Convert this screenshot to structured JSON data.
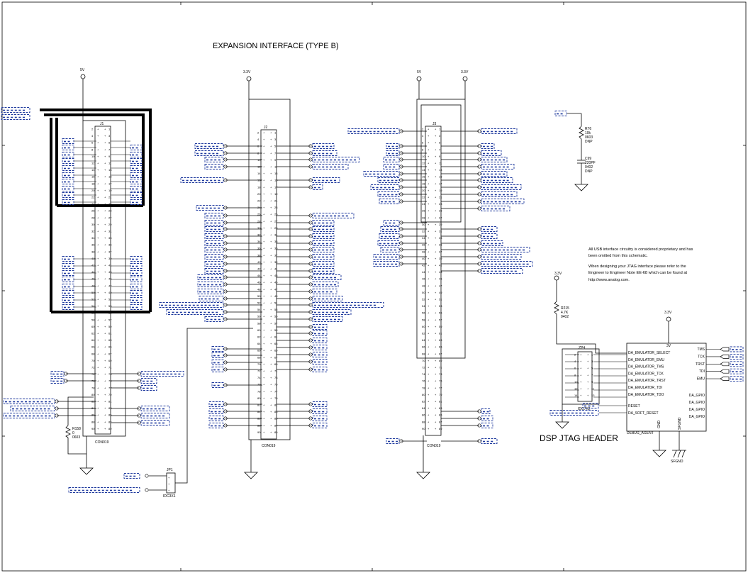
{
  "sheet": {
    "title": "EXPANSION INTERFACE (TYPE B)",
    "jtag_title": "DSP JTAG HEADER",
    "notes": [
      "All USB interface circuitry is considered proprietary and has",
      "been omitted from this schematic.",
      "When designing your JTAG interface please refer to the",
      "Engineer to Engineer Note EE-68 which can be found at",
      "http://www.analog.com."
    ]
  },
  "power": {
    "p1": "5V",
    "p2a": "3.3V",
    "p3a": "5V",
    "p3b": "3.3V",
    "pj": "3.3V",
    "pjr": "3.3V",
    "pjrtop": "3.3V",
    "sfgnd": "SFGND"
  },
  "connectors": {
    "j1": {
      "ref": "J1",
      "part": "CON019"
    },
    "j2": {
      "ref": "J2",
      "part": "CON019"
    },
    "j3": {
      "ref": "J3",
      "part": "CON019"
    },
    "jp1": {
      "ref": "JP1",
      "part": "IDC3X1"
    },
    "zp4": {
      "ref": "ZP4",
      "part": "IDC7X2"
    }
  },
  "parts": {
    "r158": [
      "R158",
      "0",
      "0603"
    ],
    "r76": [
      "R76",
      "10k",
      "0603",
      "DNP"
    ],
    "c99": [
      "C99",
      "220PF",
      "0402",
      "DNP"
    ],
    "r215": [
      "R215",
      "4.7K",
      "0402"
    ]
  },
  "jtag": {
    "chip_ref": "DEBUG_AGENT",
    "power_label": "3V",
    "left_pins": [
      "DA_EMULATOR_SELECT",
      "DA_EMULATOR_EMU",
      "DA_EMULATOR_TMS",
      "DA_EMULATOR_TCK",
      "DA_EMULATOR_TRST",
      "DA_EMULATOR_TDI",
      "DA_EMULATOR_TDO"
    ],
    "reset_pins": [
      "RESET",
      "DA_SOFT_RESET"
    ],
    "right_pins": [
      "TMS",
      "TCK",
      "TRST",
      "TDI",
      "EMU"
    ],
    "gpio_pins": [
      "DA_GPIO",
      "DA_GPIO",
      "DA_GPIO",
      "DA_GPIO"
    ],
    "bottom_pins": [
      "GND",
      "SFGND"
    ]
  },
  "colors": {
    "wire": "#000000",
    "net_label": "#1f3a9e",
    "bus": "#000000"
  }
}
